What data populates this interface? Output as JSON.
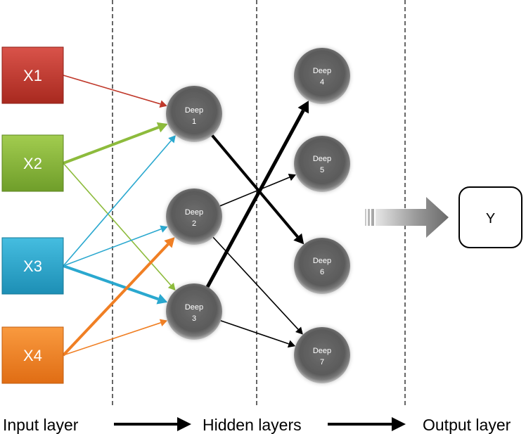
{
  "inputs": [
    {
      "id": "x1",
      "label": "X1",
      "color": "#c0392b"
    },
    {
      "id": "x2",
      "label": "X2",
      "color": "#8dbb3c"
    },
    {
      "id": "x3",
      "label": "X3",
      "color": "#2aa8cf"
    },
    {
      "id": "x4",
      "label": "X4",
      "color": "#f07f24"
    }
  ],
  "hidden": [
    {
      "id": "h1",
      "line1": "Deep",
      "line2": "1"
    },
    {
      "id": "h2",
      "line1": "Deep",
      "line2": "2"
    },
    {
      "id": "h3",
      "line1": "Deep",
      "line2": "3"
    },
    {
      "id": "h4",
      "line1": "Deep",
      "line2": "4"
    },
    {
      "id": "h5",
      "line1": "Deep",
      "line2": "5"
    },
    {
      "id": "h6",
      "line1": "Deep",
      "line2": "6"
    },
    {
      "id": "h7",
      "line1": "Deep",
      "line2": "7"
    }
  ],
  "output": {
    "label": "Y"
  },
  "bottom_labels": {
    "input_layer": "Input layer",
    "hidden_layers": "Hidden layers",
    "output_layer": "Output layer"
  },
  "edges": [
    {
      "from": "x1",
      "to": "h1",
      "weight": "thin",
      "color": "#c0392b"
    },
    {
      "from": "x2",
      "to": "h1",
      "weight": "thick",
      "color": "#8dbb3c"
    },
    {
      "from": "x2",
      "to": "h3",
      "weight": "thin",
      "color": "#8dbb3c"
    },
    {
      "from": "x3",
      "to": "h1",
      "weight": "thin",
      "color": "#2aa8cf"
    },
    {
      "from": "x3",
      "to": "h2",
      "weight": "thin",
      "color": "#2aa8cf"
    },
    {
      "from": "x3",
      "to": "h3",
      "weight": "thick",
      "color": "#2aa8cf"
    },
    {
      "from": "x4",
      "to": "h2",
      "weight": "thick",
      "color": "#f07f24"
    },
    {
      "from": "x4",
      "to": "h3",
      "weight": "thin",
      "color": "#f07f24"
    },
    {
      "from": "h1",
      "to": "h6",
      "weight": "thick",
      "color": "#000000"
    },
    {
      "from": "h2",
      "to": "h5",
      "weight": "thin",
      "color": "#000000"
    },
    {
      "from": "h2",
      "to": "h7",
      "weight": "thin",
      "color": "#000000"
    },
    {
      "from": "h3",
      "to": "h4",
      "weight": "thickest",
      "color": "#000000"
    },
    {
      "from": "h3",
      "to": "h7",
      "weight": "thin",
      "color": "#000000"
    }
  ]
}
